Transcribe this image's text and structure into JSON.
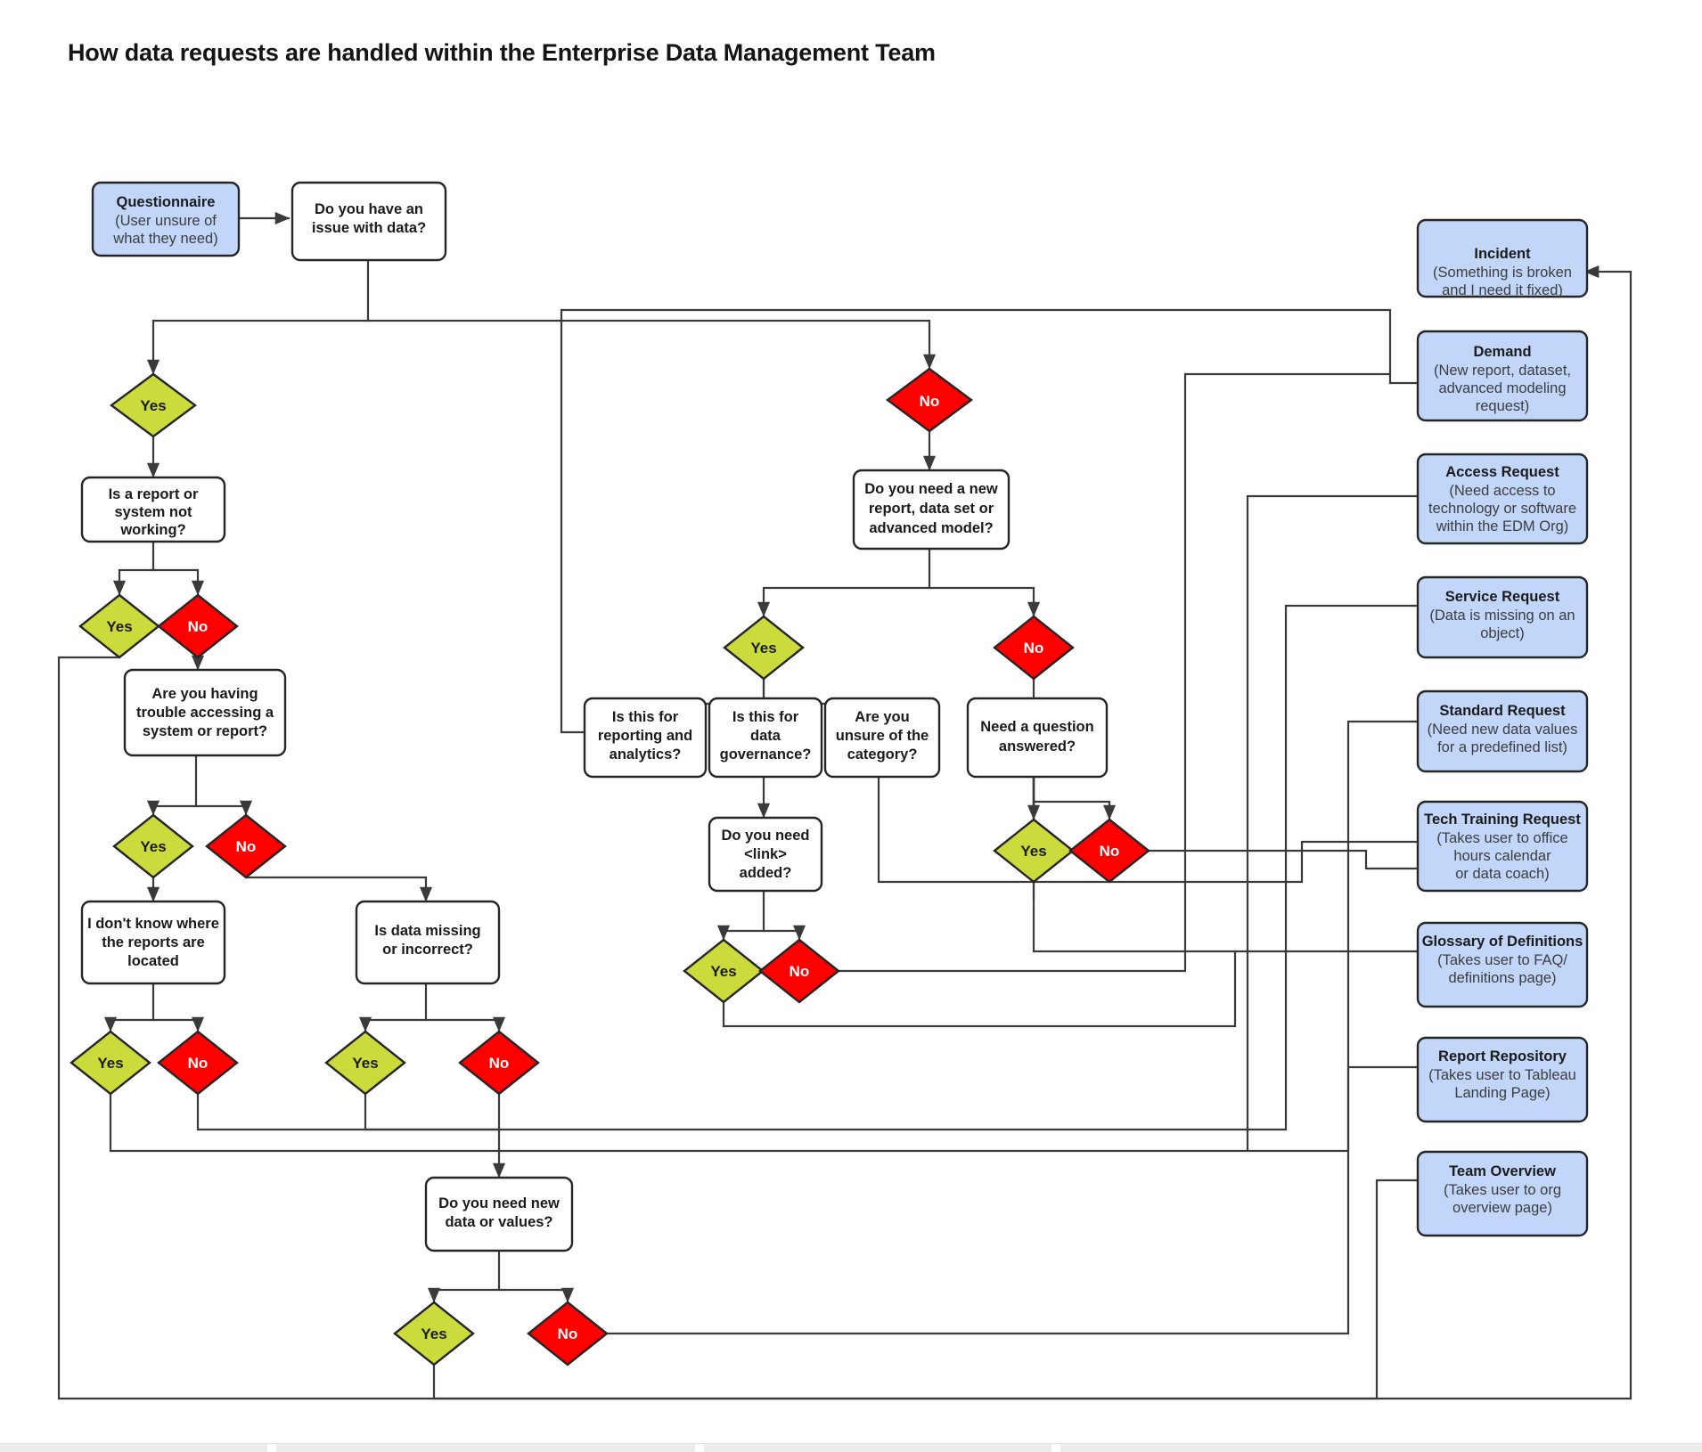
{
  "title": "How data requests are handled within the Enterprise Data Management Team",
  "diagram": {
    "type": "flowchart",
    "start": {
      "label": "Questionnaire",
      "sub": "(User unsure of what they need)"
    },
    "questions": [
      {
        "id": "q-issue-with-data",
        "label": "Do you have an\nissue with data?"
      },
      {
        "id": "q-report-system-not-working",
        "label": "Is a report or\nsystem not\nworking?"
      },
      {
        "id": "q-trouble-accessing",
        "label": "Are you having\ntrouble accessing a\nsystem or report?"
      },
      {
        "id": "q-dont-know-reports-located",
        "label": "I don't know where\nthe reports are\nlocated"
      },
      {
        "id": "q-data-missing-or-incorrect",
        "label": "Is data missing\nor incorrect?"
      },
      {
        "id": "q-need-new-data-or-values",
        "label": "Do you need new\ndata or values?"
      },
      {
        "id": "q-need-new-report-dataset",
        "label": "Do you need a new\nreport, data set or\nadvanced model?"
      },
      {
        "id": "q-reporting-and-analytics",
        "label": "Is this for\nreporting and\nanalytics?"
      },
      {
        "id": "q-data-governance",
        "label": "Is this for\ndata\ngovernance?"
      },
      {
        "id": "q-unsure-of-category",
        "label": "Are you\nunsure of the\ncategory?"
      },
      {
        "id": "q-link-added",
        "label": "Do you need\n<link>\nadded?"
      },
      {
        "id": "q-need-question-answered",
        "label": "Need a question\nanswered?"
      }
    ],
    "decision_labels": {
      "yes": "Yes",
      "no": "No"
    },
    "outcomes": [
      {
        "id": "incident",
        "title": "Incident",
        "sub": "(Something is broken\nand I need it fixed)"
      },
      {
        "id": "demand",
        "title": "Demand",
        "sub": "(New report, dataset,\nadvanced modeling\nrequest)"
      },
      {
        "id": "access-request",
        "title": "Access Request",
        "sub": "(Need access to\ntechnology or software\nwithin the EDM Org)"
      },
      {
        "id": "service-request",
        "title": "Service Request",
        "sub": "(Data is missing on an\nobject)"
      },
      {
        "id": "standard-request",
        "title": "Standard Request",
        "sub": "(Need new data values\nfor a predefined list)"
      },
      {
        "id": "tech-training-request",
        "title": "Tech Training Request",
        "sub": "(Takes user to office\nhours calendar\nor data coach)"
      },
      {
        "id": "glossary-of-definitions",
        "title": "Glossary of Definitions",
        "sub": "(Takes user to FAQ/\ndefinitions page)"
      },
      {
        "id": "report-repository",
        "title": "Report Repository",
        "sub": "(Takes user to Tableau\nLanding Page)"
      },
      {
        "id": "team-overview",
        "title": "Team Overview",
        "sub": "(Takes user to org\noverview page)"
      }
    ],
    "colors": {
      "outcome_fill": "#c2d6fa",
      "yes_fill": "#ccdb3c",
      "no_fill": "#ff0000",
      "process_fill": "#ffffff",
      "stroke": "#262626"
    }
  }
}
